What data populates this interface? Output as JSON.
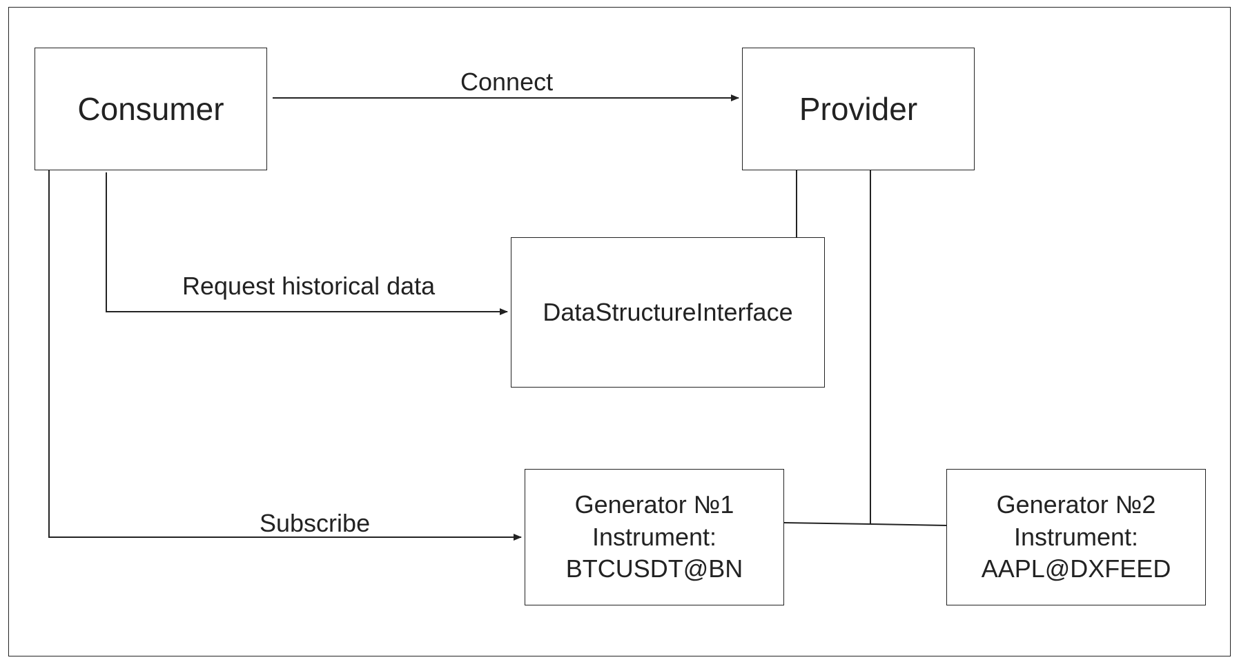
{
  "nodes": {
    "consumer": "Consumer",
    "provider": "Provider",
    "data_structure_interface": "DataStructureInterface",
    "generator1": "Generator №1\nInstrument:\nBTCUSDT@BN",
    "generator2": "Generator №2\nInstrument:\nAAPL@DXFEED"
  },
  "edges": {
    "connect": "Connect",
    "request_historical_data": "Request historical data",
    "subscribe": "Subscribe"
  }
}
